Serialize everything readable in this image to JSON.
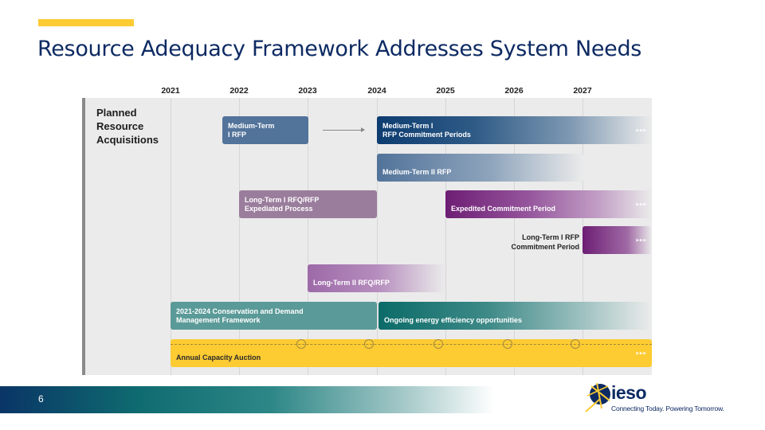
{
  "slide": {
    "title": "Resource Adequacy Framework Addresses System Needs",
    "page_number": "6",
    "accent_color": "#fdcb32",
    "title_color": "#0d2a63"
  },
  "timeline": {
    "years": [
      "2021",
      "2022",
      "2023",
      "2024",
      "2025",
      "2026",
      "2027"
    ],
    "row_label": "Planned Resource Acquisitions",
    "row_label_lines": [
      "Planned",
      "Resource",
      "Acquisitions"
    ],
    "continues_marker": "▸▸▸",
    "bars": [
      {
        "id": "mt1-rfp",
        "lines": [
          "Medium-Term",
          "I RFP"
        ],
        "start": 2021.75,
        "end": 2023.0,
        "color": "#52739a"
      },
      {
        "id": "mt1-commit",
        "lines": [
          "Medium-Term I",
          "RFP Commitment Periods"
        ],
        "start": 2024.0,
        "end": "ongoing",
        "color": "#0d3c70"
      },
      {
        "id": "mt2-rfp",
        "lines": [
          "Medium-Term II RFP"
        ],
        "start": 2024.0,
        "end": 2027.0,
        "color": "#52739a"
      },
      {
        "id": "lt1-expedited",
        "lines": [
          "Long-Term I RFQ/RFP",
          "Expediated Process"
        ],
        "start": 2022.0,
        "end": 2024.0,
        "color": "#9a7d9c"
      },
      {
        "id": "expedited-commit",
        "lines": [
          "Expedited Commitment Period"
        ],
        "start": 2025.0,
        "end": "ongoing",
        "color": "#6d1e74"
      },
      {
        "id": "lt1-commit",
        "lines": [
          "Long-Term I RFP",
          "Commitment Period"
        ],
        "start": 2027.0,
        "end": "ongoing",
        "color": "#6d1e74",
        "label_outside": true
      },
      {
        "id": "lt2-rfp",
        "lines": [
          "Long-Term II RFQ/RFP"
        ],
        "start": 2023.0,
        "end": 2025.0,
        "color": "#9d6aa8"
      },
      {
        "id": "cdm",
        "lines": [
          "2021-2024 Conservation and Demand",
          "Management Framework"
        ],
        "start": 2021.0,
        "end": 2024.0,
        "color": "#5a9a98"
      },
      {
        "id": "energy-efficiency",
        "lines": [
          "Ongoing energy efficiency opportunities"
        ],
        "start": 2024.0,
        "end": "ongoing",
        "color": "#0b6b68"
      },
      {
        "id": "capacity-auction",
        "lines": [
          "Annual Capacity Auction"
        ],
        "start": 2021.0,
        "end": "ongoing",
        "color": "#fdcb32",
        "milestones": [
          2022.9,
          2023.9,
          2024.9,
          2025.9,
          2026.9
        ]
      }
    ]
  },
  "logo": {
    "name": "ieso",
    "tagline": "Connecting Today. Powering Tomorrow."
  }
}
